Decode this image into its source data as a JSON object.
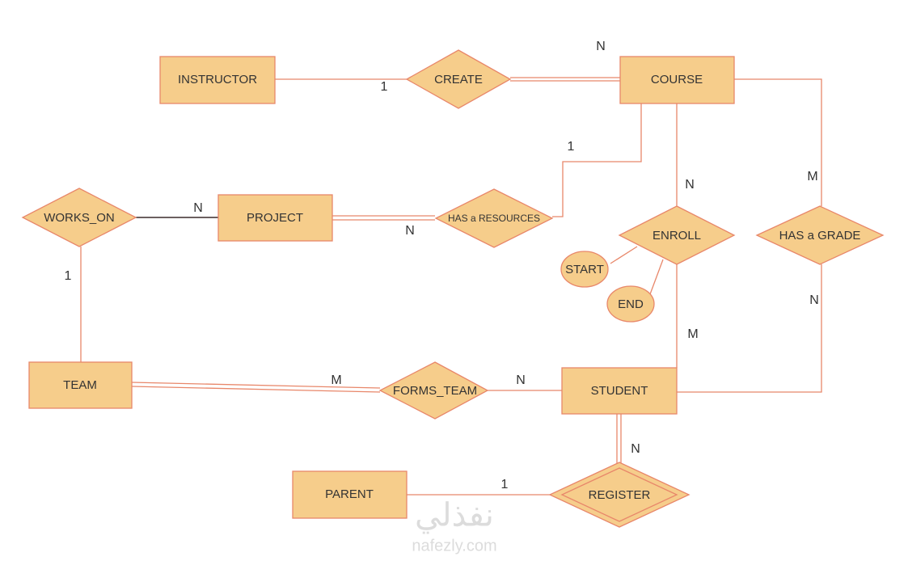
{
  "colors": {
    "fill": "#f6cd8b",
    "stroke": "#e8876a",
    "text": "#333333",
    "dark_line": "#3a2a2a"
  },
  "entities": {
    "instructor": "INSTRUCTOR",
    "course": "COURSE",
    "project": "PROJECT",
    "team": "TEAM",
    "student": "STUDENT",
    "parent": "PARENT"
  },
  "relationships": {
    "create": "CREATE",
    "has_resources": "HAS a RESOURCES",
    "works_on": "WORKS_ON",
    "enroll": "ENROLL",
    "has_grade": "HAS a GRADE",
    "forms_team": "FORMS_TEAM",
    "register": "REGISTER"
  },
  "attributes": {
    "start": "START",
    "end": "END"
  },
  "cardinalities": {
    "course_create": "N",
    "instructor_create": "1",
    "course_resources": "1",
    "project_resources": "N",
    "project_workson": "N",
    "team_workson": "1",
    "course_enroll": "N",
    "student_enroll": "M",
    "course_grade": "M",
    "student_grade": "N",
    "team_forms": "M",
    "student_forms": "N",
    "student_register": "N",
    "parent_register": "1"
  },
  "watermark": {
    "arabic": "نفذلي",
    "latin": "nafezly.com"
  }
}
